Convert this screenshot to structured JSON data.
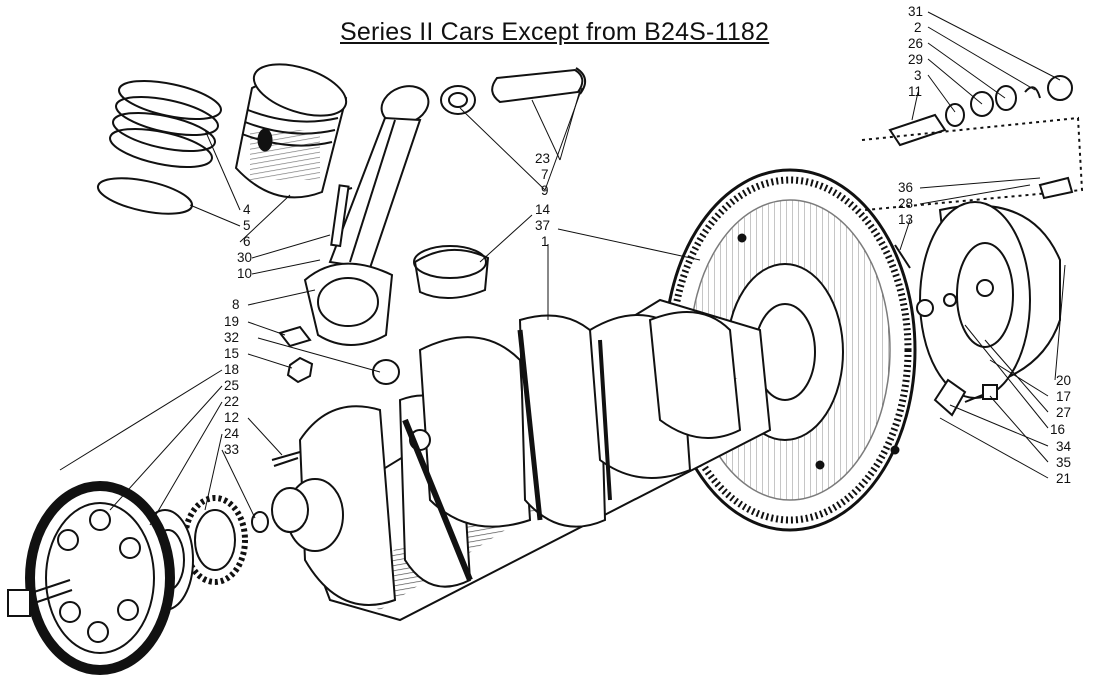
{
  "diagram": {
    "title": "Series II Cars Except from B24S-1182",
    "callouts": {
      "n31": "31",
      "n2": "2",
      "n26": "26",
      "n29": "29",
      "n3": "3",
      "n11": "11",
      "n23": "23",
      "n7": "7",
      "n9": "9",
      "n14": "14",
      "n37": "37",
      "n1": "1",
      "n36": "36",
      "n28": "28",
      "n13": "13",
      "n4": "4",
      "n5": "5",
      "n6": "6",
      "n30": "30",
      "n10": "10",
      "n8": "8",
      "n19": "19",
      "n32": "32",
      "n15": "15",
      "n18": "18",
      "n25": "25",
      "n22": "22",
      "n12": "12",
      "n24": "24",
      "n33": "33",
      "n20": "20",
      "n17": "17",
      "n27": "27",
      "n16": "16",
      "n34": "34",
      "n35": "35",
      "n21": "21"
    }
  }
}
